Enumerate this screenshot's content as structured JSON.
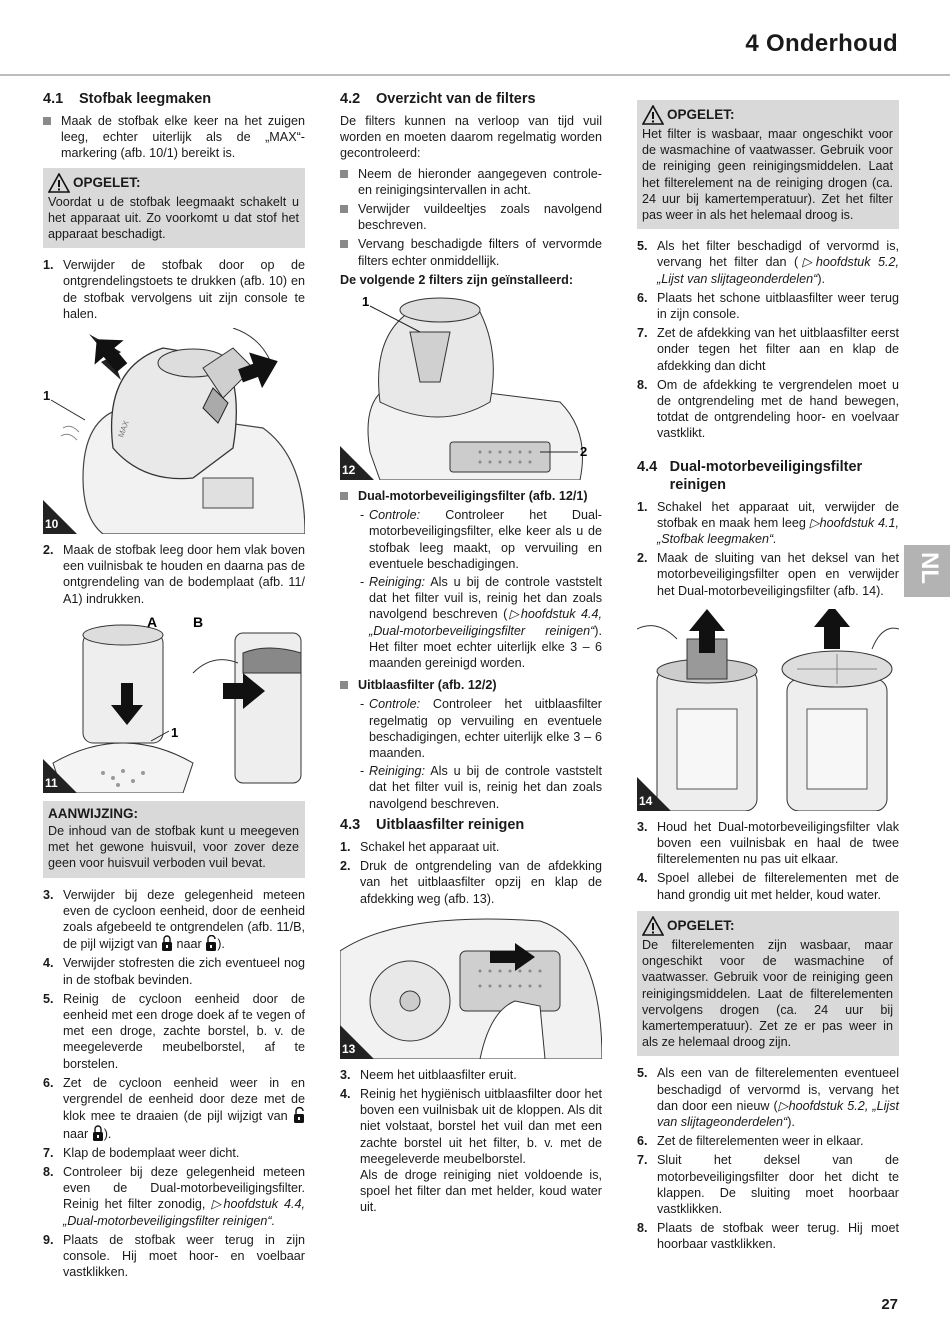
{
  "header": {
    "title": "4   Onderhoud"
  },
  "side_tab": "NL",
  "page_number": "27",
  "col1": {
    "s41_num": "4.1",
    "s41_title": "Stofbak leegmaken",
    "s41_bullet": "Maak de stofbak elke keer na het zuigen leeg, echter uiterlijk als de „MAX“-markering (afb. 10/1) bereikt is.",
    "warn1_title": "OPGELET:",
    "warn1_text": "Voordat u de stofbak leegmaakt schakelt u het apparaat uit. Zo voorkomt u dat stof het apparaat beschadigt.",
    "step1_n": "1.",
    "step1": "Verwijder de stofbak door op de ontgrendelingstoets te drukken (afb. 10) en de stofbak vervolgens uit zijn console te halen.",
    "fig10_num": "10",
    "fig10_label1": "1",
    "fig10_max": "MAX",
    "step2_n": "2.",
    "step2": "Maak de stofbak leeg door hem vlak boven een vuilnisbak te houden en daarna pas de ontgrendeling van de bodemplaat (afb. 11/ A1) indrukken.",
    "fig11_num": "11",
    "fig11_A": "A",
    "fig11_B": "B",
    "fig11_label1": "1",
    "note_title": "AANWIJZING:",
    "note_text": "De inhoud van de stofbak kunt u meegeven met het gewone huisvuil, voor zover deze geen voor huisvuil verboden vuil bevat.",
    "step3_n": "3.",
    "step3a": "Verwijder bij deze gelegenheid meteen even de cycloon eenheid, door de eenheid zoals afgebeeld te ontgrendelen (afb. 11/B, de pijl wijzigt van",
    "step3_mid": "naar",
    "step3_end": ").",
    "step4_n": "4.",
    "step4": "Verwijder stofresten die zich eventueel nog in de stofbak bevinden.",
    "step5_n": "5.",
    "step5": "Reinig de cycloon eenheid door de eenheid met een droge doek af te vegen of met een droge, zachte borstel, b. v. de meegeleverde meubelborstel, af te borstelen.",
    "step6_n": "6.",
    "step6a": "Zet de cycloon eenheid weer in en vergrendel de eenheid door deze met de klok mee te draaien  (de pijl wijzigt van",
    "step6_mid": "naar",
    "step6_end": ").",
    "step7_n": "7.",
    "step7": "Klap de bodemplaat weer dicht.",
    "step8_n": "8.",
    "step8a": "Controleer bij deze gelegenheid meteen even de Dual-motorbeveiligingsfilter. Reinig het filter zonodig,",
    "step8_ref": "▷hoofdstuk 4.4, „Dual-motorbeveiligingsfilter reinigen“.",
    "step9_n": "9.",
    "step9": "Plaats de stofbak weer terug in zijn console. Hij moet hoor- en voelbaar vastklikken."
  },
  "col2": {
    "s42_num": "4.2",
    "s42_title": "Overzicht van de filters",
    "s42_intro": "De filters kunnen na verloop van tijd vuil worden en moeten daarom regelmatig worden gecontroleerd:",
    "b1": "Neem de hieronder aangegeven controle- en reinigingsintervallen in acht.",
    "b2": "Verwijder vuildeeltjes zoals navolgend beschreven.",
    "b3": "Vervang beschadigde filters of vervormde filters echter onmiddellijk.",
    "installed": "De volgende 2 filters zijn geïnstalleerd:",
    "fig12_num": "12",
    "fig12_label1": "1",
    "fig12_label2": "2",
    "f1_title": "Dual-motorbeveiligingsfilter (afb. 12/1)",
    "f1_ctrl_label": "Controle:",
    "f1_ctrl": "Controleer het Dual-motorbeveiligingsfilter, elke keer als u de stofbak leeg maakt, op vervuiling en eventuele beschadigingen.",
    "f1_rein_label": "Reiniging:",
    "f1_rein": "Als u bij de controle vaststelt dat het filter vuil is, reinig het dan zoals navolgend beschreven (",
    "f1_rein_ref": "▷hoofdstuk 4.4, „Dual-motorbeveiligingsfilter reinigen“",
    "f1_rein_end": "). Het filter moet echter uiterlijk elke 3 – 6 maanden gereinigd worden.",
    "f2_title": "Uitblaasfilter (afb. 12/2)",
    "f2_ctrl_label": "Controle:",
    "f2_ctrl": "Controleer het uitblaasfilter regelmatig op vervuiling en eventuele beschadigingen, echter uiterlijk elke 3 – 6 maanden.",
    "f2_rein_label": "Reiniging:",
    "f2_rein": "Als u bij de controle vaststelt dat het filter vuil is, reinig het dan zoals navolgend beschreven.",
    "s43_num": "4.3",
    "s43_title": "Uitblaasfilter reinigen",
    "step1_n": "1.",
    "step1": "Schakel het apparaat uit.",
    "step2_n": "2.",
    "step2": "Druk de ontgrendeling van de afdekking van het uitblaasfilter opzij en klap de afdekking weg (afb. 13).",
    "fig13_num": "13",
    "step3_n": "3.",
    "step3": "Neem het uitblaasfilter eruit.",
    "step4_n": "4.",
    "step4": "Reinig het hygiënisch uitblaasfilter door het boven een vuilnisbak uit de kloppen. Als dit niet volstaat, borstel het vuil dan met een zachte borstel uit het filter, b. v. met de meegeleverde meubelborstel.",
    "step4b": "Als de droge reiniging niet voldoende is, spoel het filter dan met helder, koud water uit."
  },
  "col3": {
    "warn2_title": "OPGELET:",
    "warn2_text": "Het filter is wasbaar, maar ongeschikt voor de wasmachine of vaatwasser. Gebruik voor de reiniging geen reinigingsmiddelen. Laat het filterelement na de reiniging drogen (ca. 24 uur bij kamertemperatuur). Zet het filter pas weer in als het helemaal droog is.",
    "step5_n": "5.",
    "step5a": "Als het filter beschadigd of vervormd is, vervang het filter dan (",
    "step5_ref": "▷hoofdstuk 5.2, „Lijst van slijtageonderdelen“",
    "step5_end": ").",
    "step6_n": "6.",
    "step6": "Plaats het schone uitblaasfilter weer terug in zijn console.",
    "step7_n": "7.",
    "step7": "Zet de afdekking van het uitblaasfilter eerst onder tegen het filter aan en klap de afdekking dan dicht",
    "step8_n": "8.",
    "step8": "Om de afdekking te vergrendelen moet u de ontgrendeling met de hand bewegen, totdat de ontgrendeling hoor- en voelvaar vastklikt.",
    "s44_num": "4.4",
    "s44_title": "Dual-motorbeveiligingsfilter reinigen",
    "a1_n": "1.",
    "a1": "Schakel het apparaat uit, verwijder de stofbak en maak hem leeg",
    "a1_ref": "▷hoofdstuk 4.1, „Stofbak leegmaken“.",
    "a2_n": "2.",
    "a2": "Maak de sluiting van het deksel van het motorbeveiligingsfilter open en verwijder het Dual-motorbeveiligingsfilter (afb. 14).",
    "fig14_num": "14",
    "a3_n": "3.",
    "a3": "Houd het Dual-motorbeveiligingsfilter vlak boven een vuilnisbak en haal de twee filterelementen nu pas uit elkaar.",
    "a4_n": "4.",
    "a4": "Spoel allebei de filterelementen met de hand grondig uit met helder, koud water.",
    "warn3_title": "OPGELET:",
    "warn3_text": "De filterelementen zijn wasbaar, maar ongeschikt voor de wasmachine of vaatwasser. Gebruik voor de reiniging geen reinigingsmiddelen. Laat de filterelementen vervolgens drogen (ca. 24 uur bij kamertemperatuur). Zet ze er pas weer in als ze helemaal droog zijn.",
    "a5_n": "5.",
    "a5a": "Als een van de filterelementen eventueel beschadigd of vervormd is, vervang het dan door een nieuw (",
    "a5_ref": "▷hoofdstuk 5.2, „Lijst van slijtageonderdelen“",
    "a5_end": ").",
    "a6_n": "6.",
    "a6": "Zet de filterelementen weer in elkaar.",
    "a7_n": "7.",
    "a7": "Sluit het deksel van de motorbeveiligingsfilter door het dicht te klappen. De sluiting moet hoorbaar vastklikken.",
    "a8_n": "8.",
    "a8": "Plaats de stofbak weer terug. Hij moet hoorbaar vastklikken."
  }
}
